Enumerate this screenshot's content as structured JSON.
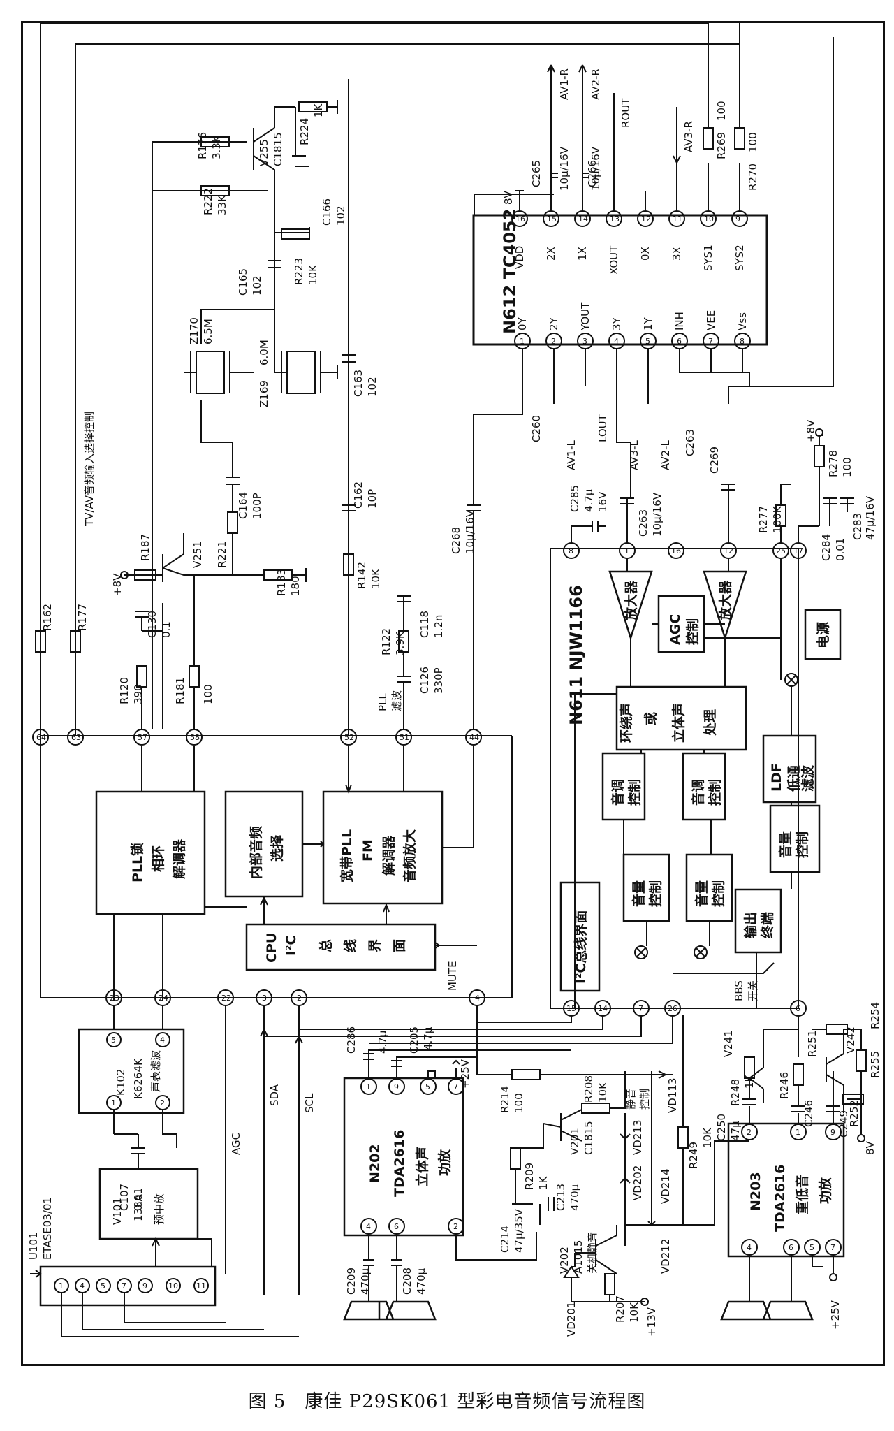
{
  "caption": "图 5　康佳 P29SK061 型彩电音频信号流程图",
  "top_labels": {
    "tvav": "TV/AV音频输入选择控制",
    "av1r": "AV1-R",
    "av2r": "AV2-R",
    "rout": "ROUT",
    "av3r": "AV3-R",
    "c265": "C265",
    "c265v": "10μ/16V",
    "c266": "C266",
    "c266v": "10μ/16V",
    "r269": "R269",
    "r269v": "100",
    "r270": "R270",
    "r270v": "100",
    "v8": "8V"
  },
  "osc_labels": {
    "r176": "R176",
    "r176v": "3.3K",
    "v255": "V255",
    "v255t": "C1815",
    "r224": "R224",
    "r224v": "1K",
    "r222": "R222",
    "r222v": "33K",
    "c166": "C166",
    "c166v": "102",
    "c165": "C165",
    "c165v": "102",
    "r223": "R223",
    "r223v": "10K",
    "z170": "Z170",
    "z170v": "6.5M",
    "z169": "Z169",
    "z169v": "6.0M",
    "c163": "C163",
    "c163v": "102",
    "c164": "C164",
    "c164v": "100P",
    "r221": "R221",
    "c162": "C162",
    "c162v": "10P",
    "r142": "R142",
    "r142v": "10K",
    "c268": "C268",
    "c268v": "10μ/16V",
    "p8v": "+8V",
    "r187": "R187",
    "v251": "V251",
    "r183": "R183",
    "r183v": "180",
    "c130": "C130",
    "c130v": "0.1",
    "c118": "C118",
    "c118v": "1.2n",
    "r122": "R122",
    "r122v": "3.9K",
    "c126": "C126",
    "c126v": "330P",
    "plllb": "PLL",
    "plllb2": "滤波",
    "r162": "R162",
    "r177": "R177",
    "r120": "R120",
    "r120v": "390",
    "r181": "R181",
    "r181v": "100"
  },
  "n612": {
    "title": "N612 TC4052",
    "top_pins": [
      {
        "n": "16",
        "name": "VDD"
      },
      {
        "n": "15",
        "name": "2X"
      },
      {
        "n": "14",
        "name": "1X"
      },
      {
        "n": "13",
        "name": "XOUT"
      },
      {
        "n": "12",
        "name": "0X"
      },
      {
        "n": "11",
        "name": "3X"
      },
      {
        "n": "10",
        "name": "SYS1"
      },
      {
        "n": "9",
        "name": "SYS2"
      }
    ],
    "bottom_pins": [
      {
        "n": "1",
        "name": "0Y"
      },
      {
        "n": "2",
        "name": "2Y"
      },
      {
        "n": "3",
        "name": "YOUT"
      },
      {
        "n": "4",
        "name": "3Y"
      },
      {
        "n": "5",
        "name": "1Y"
      },
      {
        "n": "6",
        "name": "INH"
      },
      {
        "n": "7",
        "name": "VEE"
      },
      {
        "n": "8",
        "name": "Vss"
      }
    ],
    "c260": "C260",
    "av1l": "AV1-L",
    "lout": "LOUT",
    "av3l": "AV3-L",
    "av2l": "AV2-L",
    "c263a": "C263"
  },
  "n611": {
    "title": "N611 NJW1166",
    "amp1": "放大器",
    "amp2": "放大器",
    "agc1": "AGC",
    "agc2": "控制",
    "power": "电源",
    "surround": [
      "环绕声",
      "或",
      "立体声",
      "处理"
    ],
    "ldf": [
      "LDF",
      "低通",
      "滤波"
    ],
    "tone1": [
      "音调",
      "控制"
    ],
    "tone2": [
      "音调",
      "控制"
    ],
    "vol1": [
      "音量",
      "控制"
    ],
    "vol2": [
      "音量",
      "控制"
    ],
    "vol3": [
      "音量",
      "控制"
    ],
    "out": [
      "输出",
      "终端"
    ],
    "i2c": "I²C总线界面",
    "bbs1": "BBS",
    "bbs2": "开关",
    "pins_top": [
      "8",
      "1",
      "16",
      "12",
      "25",
      "17"
    ],
    "pins_bottom": [
      "15",
      "14",
      "7",
      "26",
      "6"
    ],
    "c285": "C285",
    "c285v": "4.7μ",
    "c285v2": "16V",
    "c263": "C263",
    "c263v": "10μ/16V",
    "c269": "C269",
    "r277": "R277",
    "r277v": "100K",
    "r278": "R278",
    "r278v": "100",
    "p8v": "+8V",
    "c283": "C283",
    "c283v": "47μ/16V",
    "c284": "C284",
    "c284v": "0.01"
  },
  "n101": {
    "pins_top": [
      "64",
      "63",
      "57",
      "58",
      "52",
      "51",
      "44"
    ],
    "pll": [
      "PLL锁",
      "相环",
      "解调器"
    ],
    "inner": [
      "内部音频",
      "选择"
    ],
    "wide": [
      "宽带PLL",
      "FM",
      "解调器",
      "音频放大"
    ],
    "cpu": [
      "CPU",
      "I²C",
      "总",
      "线",
      "界",
      "面"
    ],
    "mute": "MUTE",
    "pins_bottom": [
      "23",
      "24",
      "22",
      "3",
      "2",
      "4"
    ]
  },
  "left": {
    "u101": "U101",
    "u101t": "ETASE03/01",
    "tuner_pins": [
      "1",
      "4",
      "5",
      "7",
      "9",
      "10",
      "11"
    ],
    "v101": "V101",
    "v101t": "138A",
    "v101f": "预中放",
    "c107": "C107",
    "c107v": "0.01",
    "k102": "K102",
    "k102t": "K6264K",
    "k102f": "声表滤波",
    "k_pins": [
      "5",
      "4",
      "1",
      "2"
    ],
    "agc": "AGC",
    "sda": "SDA",
    "scl": "SCL"
  },
  "n202": {
    "name": "N202",
    "type": "TDA2616",
    "func1": "立体声",
    "func2": "功放",
    "pins": [
      "1",
      "9",
      "5",
      "7",
      "4",
      "6",
      "2"
    ],
    "c286": "C286",
    "c286v": "4.7μ",
    "c205": "C205",
    "c205v": "4.7μ",
    "p25v": "+25V",
    "c209": "C209",
    "c209v": "470μ",
    "c208": "C208",
    "c208v": "470μ"
  },
  "mute_circuit": {
    "r214": "R214",
    "r214v": "100",
    "v201": "V201",
    "v201t": "C1815",
    "r208": "R208",
    "r208v": "10K",
    "r209": "R209",
    "r209v": "1K",
    "c213": "C213",
    "c213v": "470μ",
    "c214": "C214",
    "c214v": "47μ/35V",
    "v202": "V202",
    "v202t": "A1015",
    "off_mute": "关机静音",
    "vd201": "VD201",
    "r207": "R207",
    "r207v": "10K",
    "p13v": "+13V",
    "vd113": "VD113",
    "mute_ctl1": "静音",
    "mute_ctl2": "控制",
    "vd213": "VD213",
    "vd202": "VD202",
    "vd214": "VD214",
    "vd212": "VD212",
    "r249": "R249",
    "r249v": "10K"
  },
  "n203": {
    "name": "N203",
    "type": "TDA2616",
    "func1": "重低音",
    "func2": "功放",
    "pins": [
      "2",
      "1",
      "9",
      "4",
      "6",
      "5",
      "7"
    ],
    "v241": "V241",
    "r248": "R248",
    "r248v": "1K",
    "c250": "C250",
    "c250v": "47μ",
    "r246": "R246",
    "c246": "C246",
    "r251": "R251",
    "v242": "V242",
    "r254": "R254",
    "r255": "R255",
    "r252": "R252",
    "c249": "C249",
    "v8": "8V",
    "p25v": "+25V"
  },
  "colors": {
    "ink": "#111111",
    "paper": "#ffffff"
  }
}
